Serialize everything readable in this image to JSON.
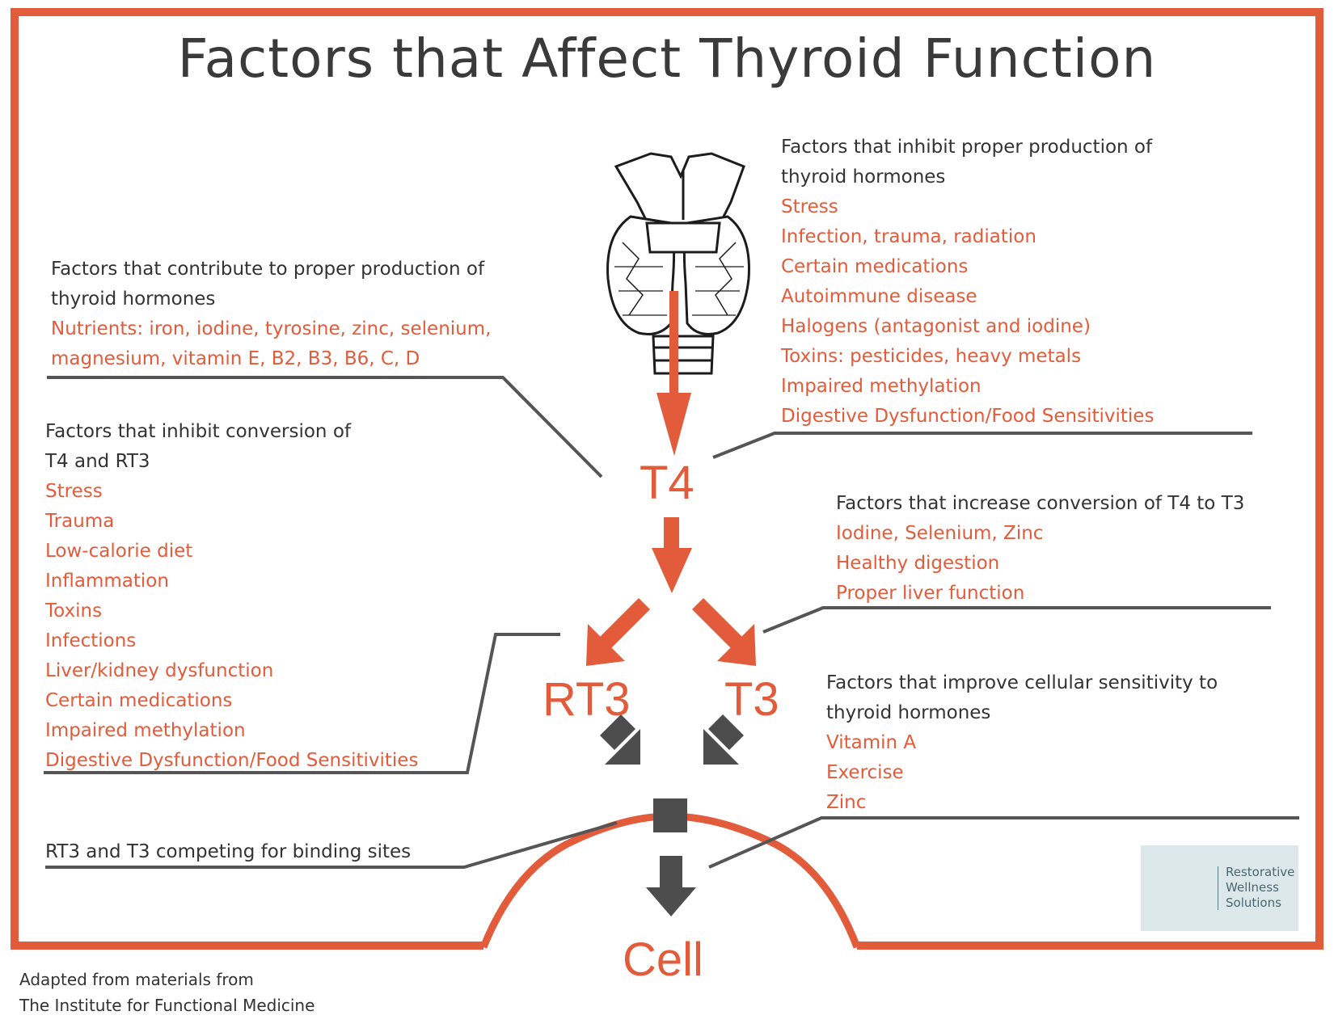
{
  "title": "Factors that Affect Thyroid Function",
  "colors": {
    "accent": "#e25c3b",
    "dark": "#4d4d4d",
    "text": "#333333",
    "logo_bg": "#dde8ea"
  },
  "icons": {
    "gland": "thyroid-gland-icon",
    "logo": "lotus-icon"
  },
  "nodes": {
    "t4": "T4",
    "rt3": "RT3",
    "t3": "T3",
    "cell": "Cell"
  },
  "inhibit_production": {
    "heading": [
      "Factors that inhibit proper production of",
      "thyroid hormones"
    ],
    "items": [
      "Stress",
      "Infection, trauma, radiation",
      "Certain medications",
      "Autoimmune disease",
      "Halogens (antagonist and iodine)",
      "Toxins: pesticides, heavy metals",
      "Impaired methylation",
      "Digestive Dysfunction/Food Sensitivities"
    ]
  },
  "contribute_production": {
    "heading": [
      "Factors that contribute to proper production of",
      "thyroid hormones"
    ],
    "items": [
      "Nutrients: iron, iodine, tyrosine, zinc, selenium,",
      "magnesium, vitamin E, B2, B3, B6, C, D"
    ]
  },
  "inhibit_conversion": {
    "heading": [
      "Factors that inhibit conversion of",
      "T4 and RT3"
    ],
    "items": [
      "Stress",
      "Trauma",
      "Low-calorie diet",
      "Inflammation",
      "Toxins",
      "Infections",
      "Liver/kidney dysfunction",
      "Certain medications",
      "Impaired methylation",
      "Digestive Dysfunction/Food Sensitivities"
    ]
  },
  "increase_conversion": {
    "heading": [
      "Factors that increase conversion of T4 to T3"
    ],
    "items": [
      "Iodine, Selenium, Zinc",
      "Healthy digestion",
      "Proper liver function"
    ]
  },
  "improve_sensitivity": {
    "heading": [
      "Factors that improve cellular sensitivity to",
      "thyroid hormones"
    ],
    "items": [
      "Vitamin A",
      "Exercise",
      "Zinc"
    ]
  },
  "competing": "RT3 and T3 competing for binding sites",
  "footer": [
    "Adapted from materials from",
    "The Institute for Functional Medicine"
  ],
  "logo": [
    "Restorative",
    "Wellness",
    "Solutions"
  ]
}
